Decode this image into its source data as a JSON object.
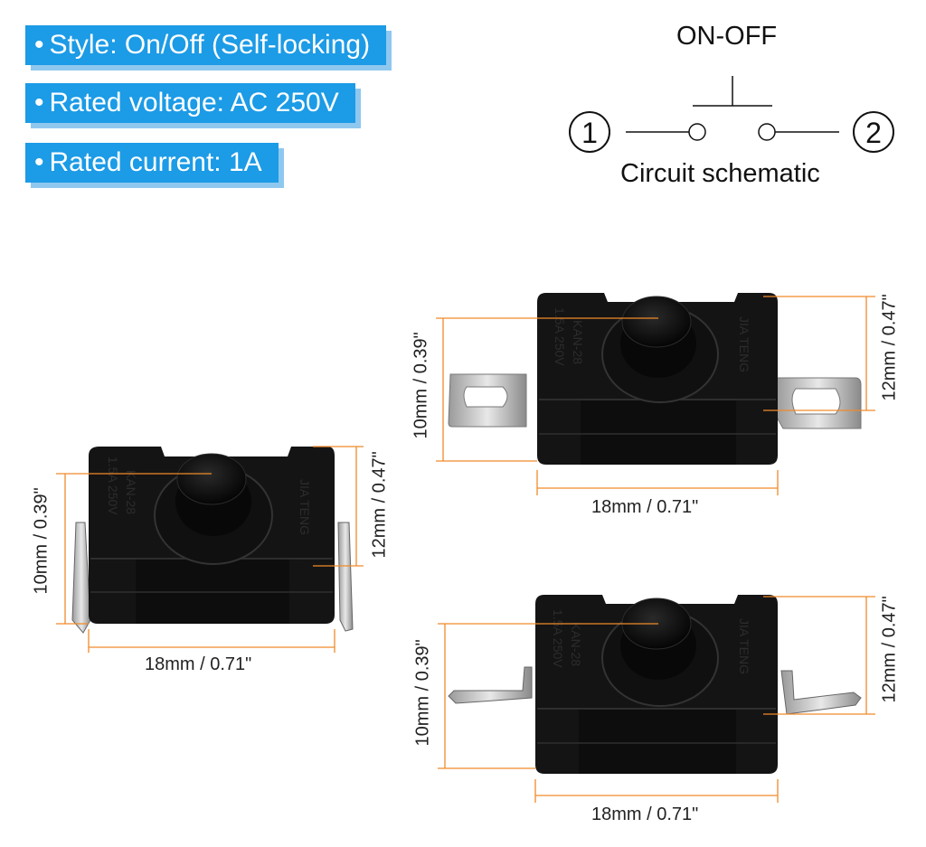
{
  "specs": {
    "style": "Style: On/Off (Self-locking)",
    "voltage": "Rated voltage: AC 250V",
    "current": "Rated current: 1A",
    "bullet": "•"
  },
  "schematic": {
    "state_label": "ON-OFF",
    "terminal_1": "1",
    "terminal_2": "2",
    "caption": "Circuit schematic"
  },
  "switch_markings": {
    "rating": "1.5A 250V",
    "model": "KAN-28",
    "brand": "JIA TENG"
  },
  "dimensions": {
    "width": "18mm / 0.71\"",
    "height": "10mm / 0.39\"",
    "body_height": "12mm / 0.47\""
  },
  "colors": {
    "badge": "#1c9be6",
    "dimension_line": "#f08a2a",
    "switch_body": "#141414"
  }
}
